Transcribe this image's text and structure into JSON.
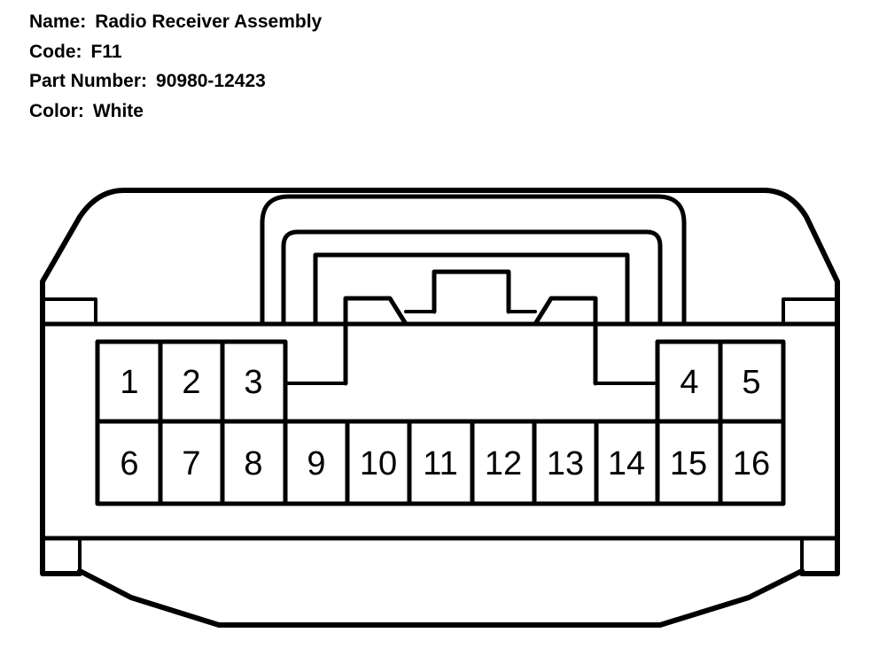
{
  "connector": {
    "name_label": "Name:",
    "name": "Radio Receiver Assembly",
    "code_label": "Code:",
    "code": "F11",
    "part_label": "Part Number:",
    "part_number": "90980-12423",
    "color_label": "Color:",
    "color": "White"
  },
  "pins": {
    "top_row_left": [
      "1",
      "2",
      "3"
    ],
    "top_row_right": [
      "4",
      "5"
    ],
    "bottom_row": [
      "6",
      "7",
      "8",
      "9",
      "10",
      "11",
      "12",
      "13",
      "14",
      "15",
      "16"
    ]
  }
}
